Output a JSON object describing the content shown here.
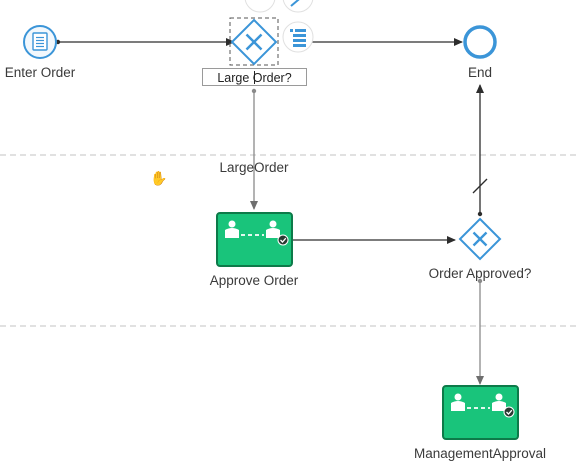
{
  "nodes": {
    "enter_order": {
      "label": "Enter Order",
      "icon": "document-list-icon"
    },
    "large_order_gateway": {
      "edit_text": "Large Order?"
    },
    "end_event": {
      "label": "End"
    },
    "approve_order": {
      "label": "Approve Order",
      "icon": "user-handoff-icon"
    },
    "order_approved_gateway": {
      "label": "Order Approved?"
    },
    "management_approval": {
      "label": "ManagementApproval",
      "icon": "user-handoff-icon"
    }
  },
  "edges": {
    "large_order": {
      "label": "LargeOrder"
    }
  },
  "context_tools": [
    "trash-icon",
    "connect-arrow-icon",
    "properties-icon"
  ],
  "colors": {
    "task_fill": "#19c47b",
    "task_border": "#0d7a49",
    "event_blue": "#3b95d8",
    "line": "#2d2d2d",
    "lane_divider": "#cfcfcf"
  }
}
